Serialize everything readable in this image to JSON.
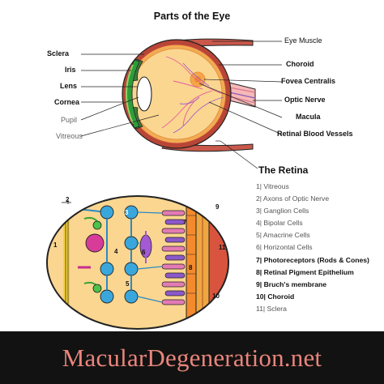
{
  "title": "Parts of the Eye",
  "eye_labels_left": [
    "Sclera",
    "Iris",
    "Lens",
    "Cornea",
    "Pupil",
    "Vitreous"
  ],
  "eye_labels_right": [
    "Eye Muscle",
    "Choroid",
    "Fovea Centralis",
    "Optic Nerve",
    "Macula",
    "Retinal Blood Vessels"
  ],
  "retina": {
    "title": "The Retina",
    "legend": [
      "1| Vitreous",
      "2| Axons of Optic Nerve",
      "3| Ganglion Cells",
      "4| Bipolar Cells",
      "5| Amacrine Cells",
      "6| Horizontal Cells",
      "7| Photoreceptors (Rods & Cones)",
      "8| Retinal Pigment Epithelium",
      "9| Bruch's membrane",
      "10| Choroid",
      "11| Sclera"
    ],
    "bold_items": [
      6,
      7,
      8,
      9
    ],
    "numbers": [
      "1",
      "2",
      "3",
      "4",
      "5",
      "6",
      "7",
      "8",
      "9",
      "10",
      "11"
    ]
  },
  "footer": {
    "text": "MacularDegeneration.net",
    "color": "#e9857b"
  }
}
